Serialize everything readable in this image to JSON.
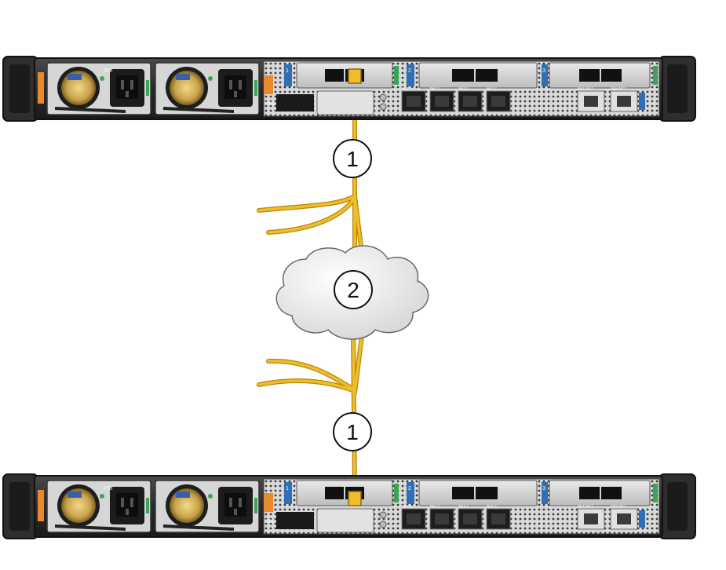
{
  "colors": {
    "chassis": "#2b2b2b",
    "chassis_edge": "#111111",
    "fan_gold": "#c8a24a",
    "fan_label": "#3a5fa8",
    "power_green": "#3aa655",
    "orange_tab": "#e8892b",
    "blue_tab": "#2f6fb5",
    "cable": "#f0bd2a",
    "cable_edge": "#b8860b",
    "cloud_fill": "#f4f4f4",
    "cloud_edge": "#6a6a6a"
  },
  "servers": {
    "top": {
      "psu_labels": [
        "PS1",
        "PS0"
      ],
      "pcie_labels": [
        "1",
        "2",
        "3"
      ],
      "port_labels": [
        "NET 0",
        "NET 1",
        "NET 2",
        "NET 3"
      ],
      "mgmt_labels": [
        "NET MGT",
        "SER MGT"
      ]
    },
    "bottom": {
      "psu_labels": [
        "PS1",
        "PS0"
      ],
      "pcie_labels": [
        "1",
        "2",
        "3"
      ],
      "port_labels": [
        "NET 0",
        "NET 1",
        "NET 2",
        "NET 3"
      ],
      "mgmt_labels": [
        "NET MGT",
        "SER MGT"
      ]
    }
  },
  "callouts": {
    "top": "1",
    "cloud": "2",
    "bottom": "1"
  }
}
